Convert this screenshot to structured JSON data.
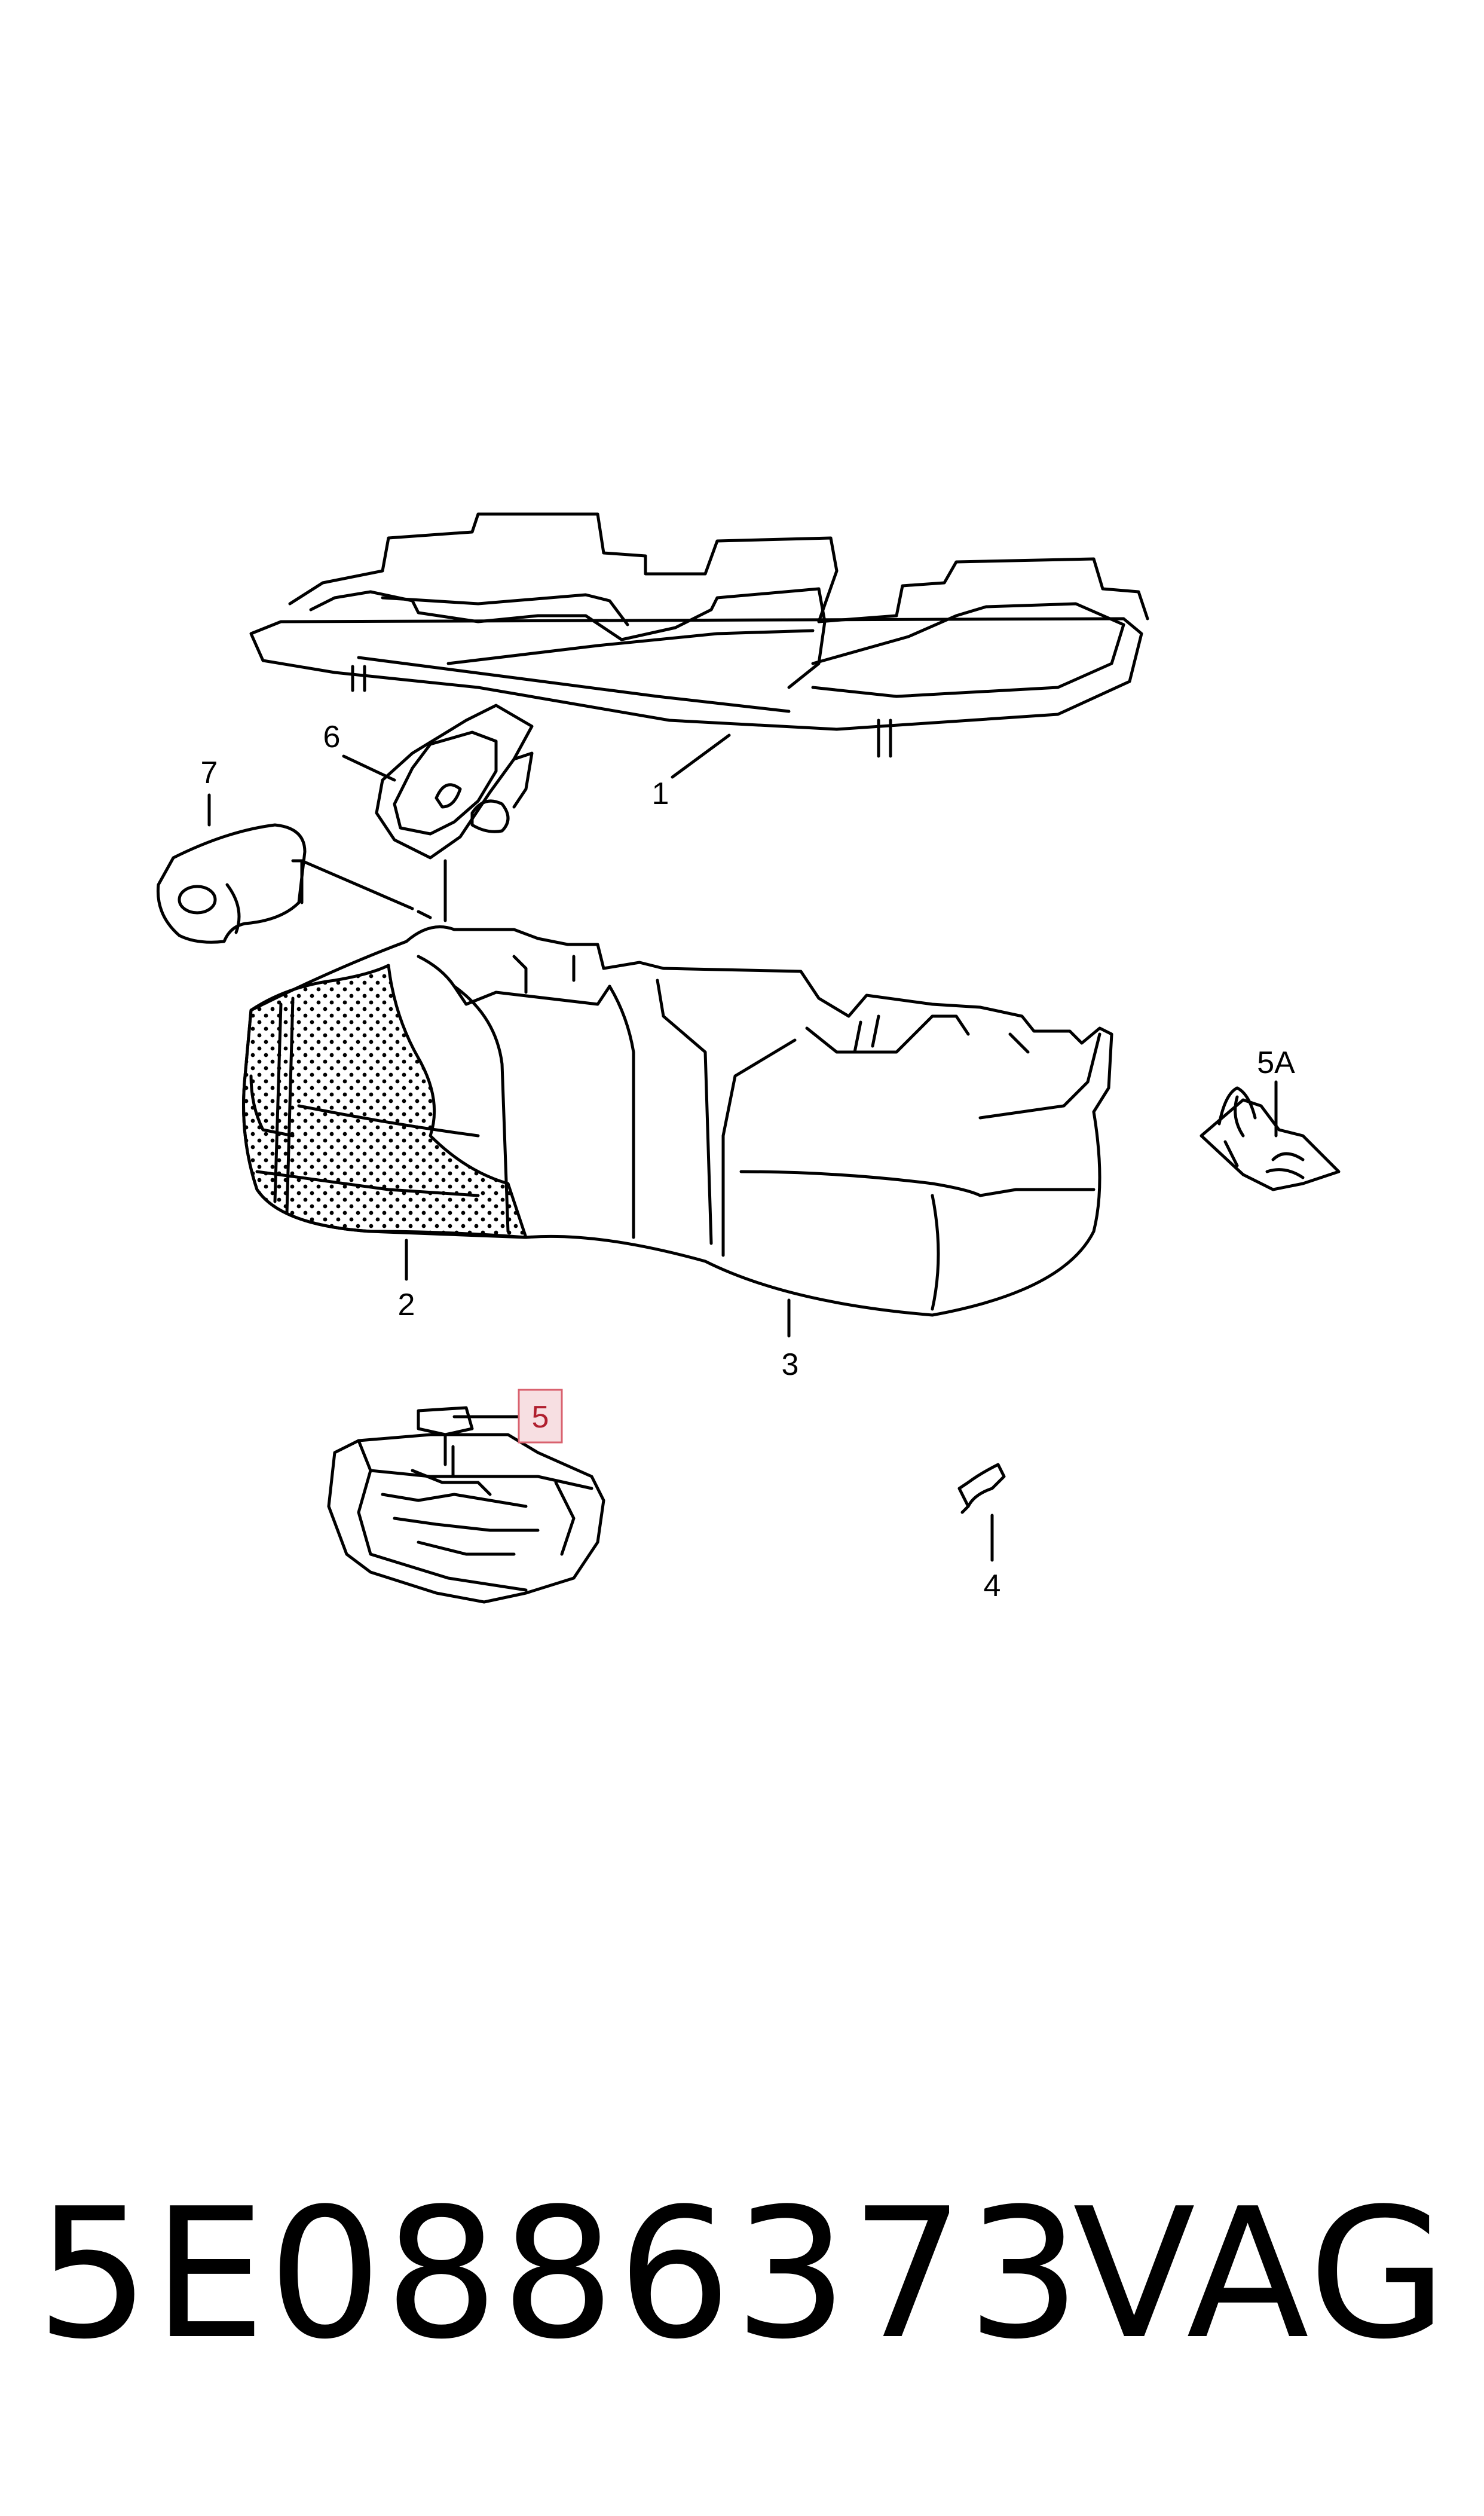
{
  "diagram": {
    "callouts": {
      "c1": "1",
      "c2": "2",
      "c3": "3",
      "c4": "4",
      "c5": "5",
      "c5a": "5A",
      "c6": "6",
      "c7": "7"
    },
    "highlighted_callout": "5",
    "highlight_color": "#f7dfe2",
    "highlight_border": "#d9616e"
  },
  "footer": {
    "part_number": "5E0886373",
    "brand": "VAG"
  }
}
